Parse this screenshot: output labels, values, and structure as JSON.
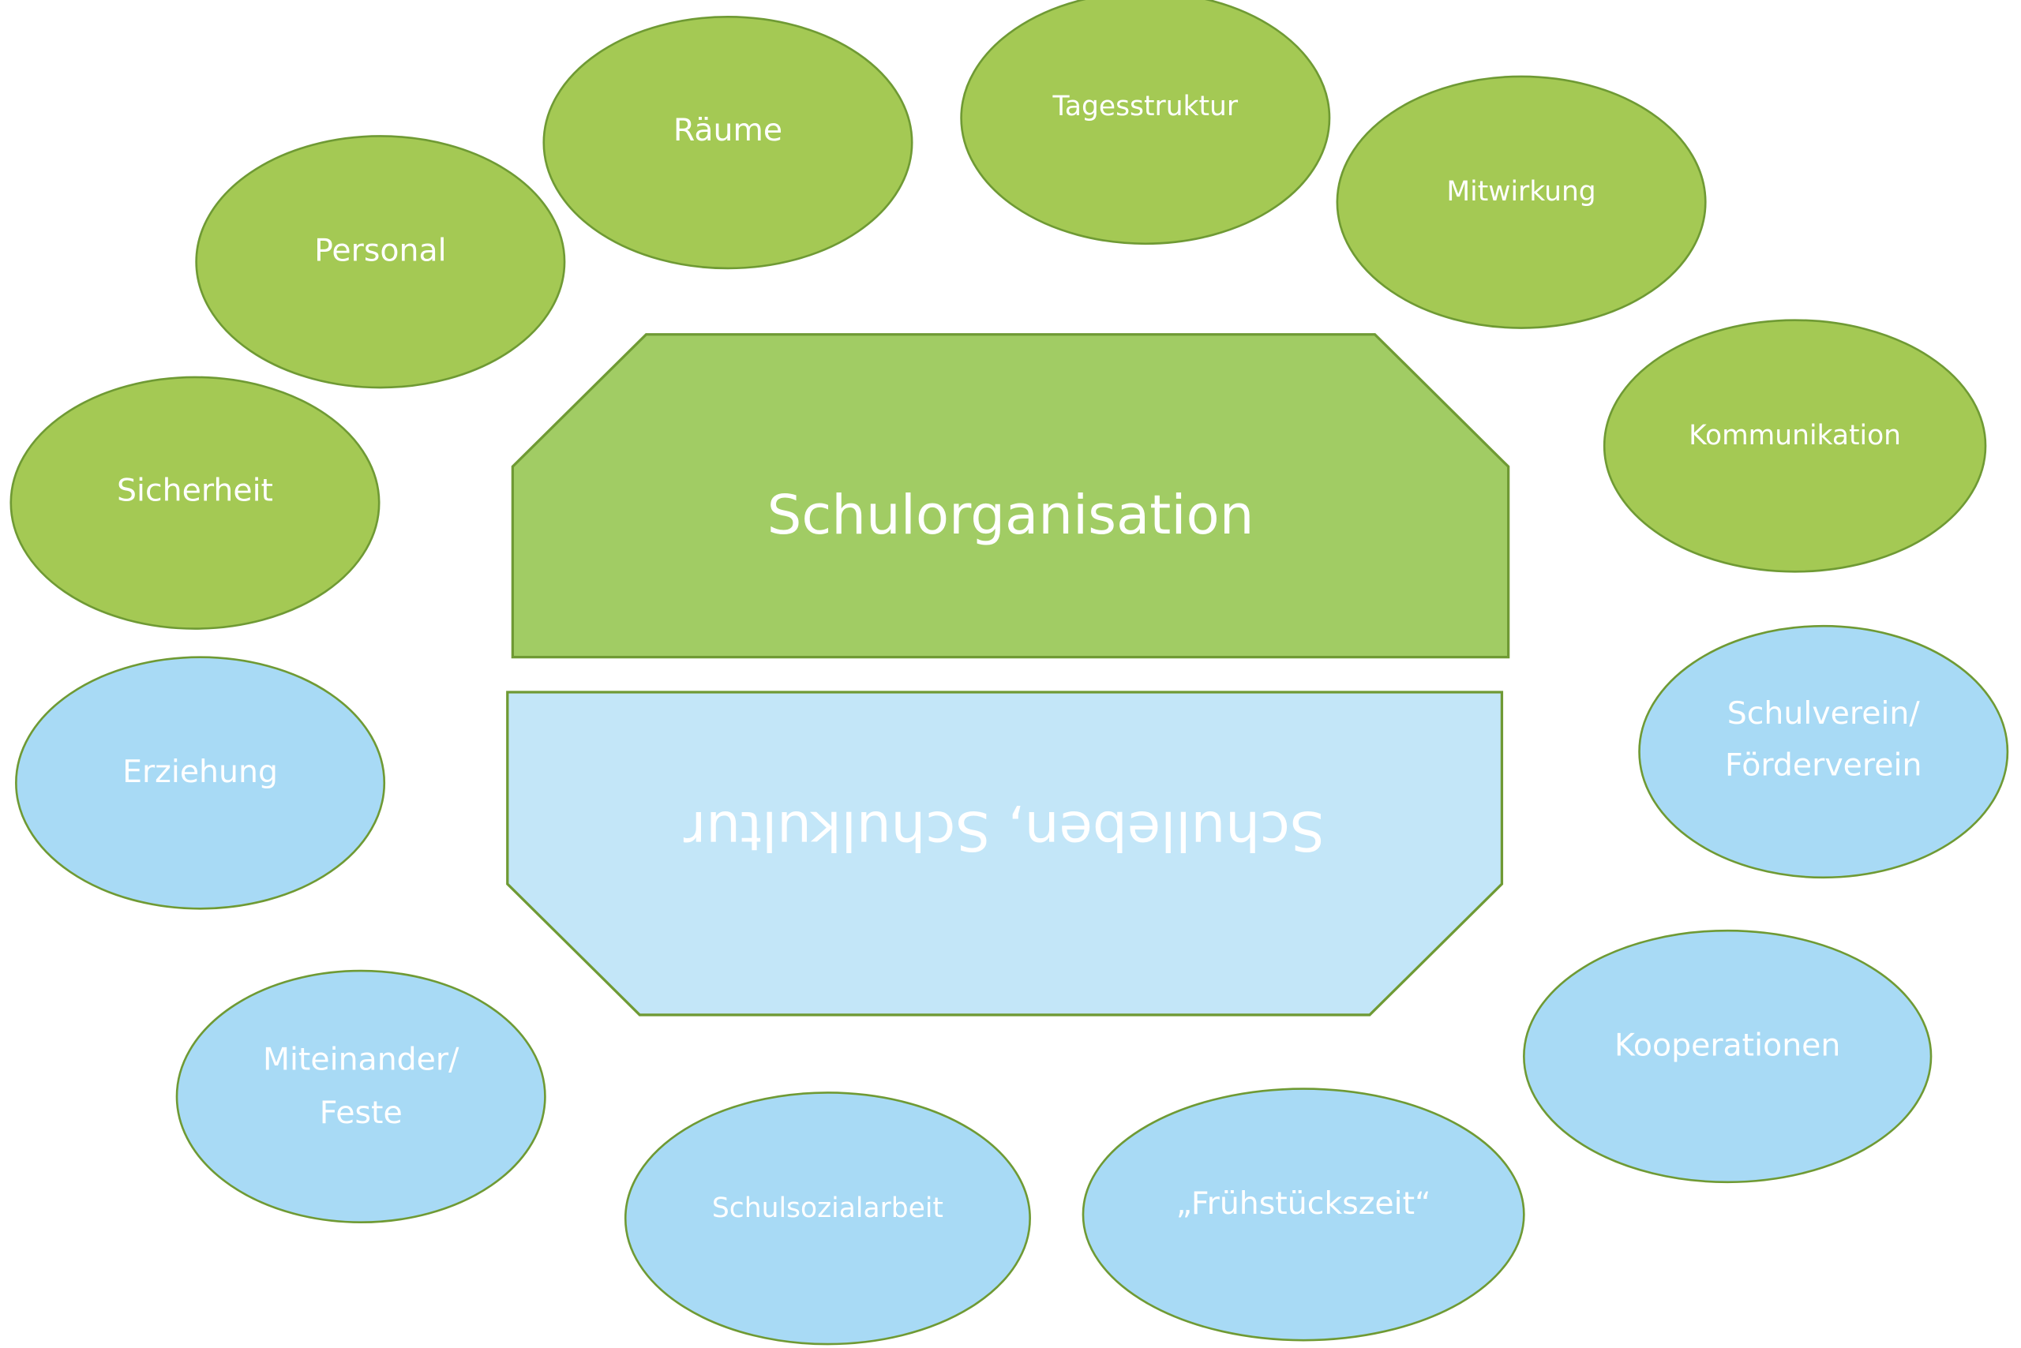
{
  "center": {
    "top": "Schulorganisation",
    "bottom": "Schulleben, Schulkultur"
  },
  "organisation_topics": [
    "Räume",
    "Tagesstruktur",
    "Mitwirkung",
    "Personal",
    "Sicherheit",
    "Kommunikation"
  ],
  "schulleben_topics": {
    "erziehung": "Erziehung",
    "schulverein": [
      "Schulverein/",
      "Förderverein"
    ],
    "kooperationen": "Kooperationen",
    "miteinander": [
      "Miteinander/",
      "Feste"
    ],
    "schulsozialarbeit": "Schulsozialarbeit",
    "fruehstueck": "„Frühstückszeit“"
  },
  "colors": {
    "green": "#a4c954",
    "blue": "#a8daf5",
    "outline": "#6f9a34"
  }
}
